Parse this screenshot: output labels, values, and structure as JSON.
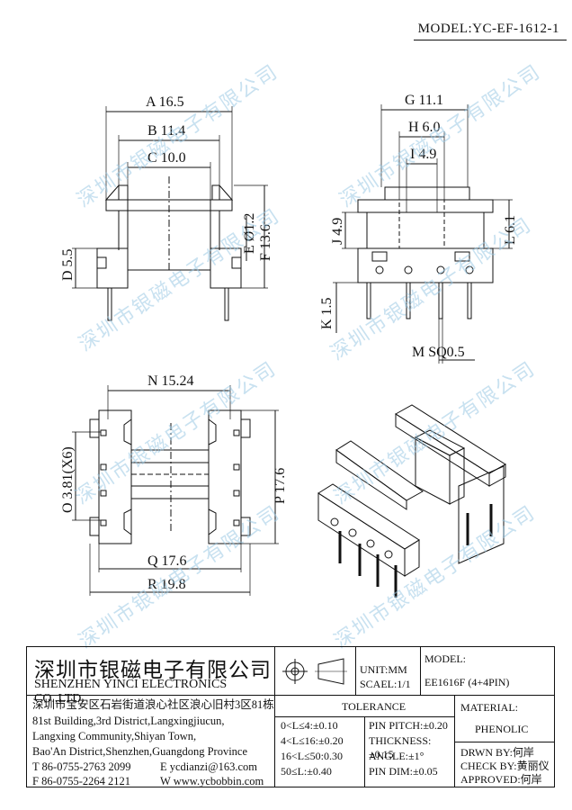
{
  "header": {
    "model_title": "MODEL:YC-EF-1612-1"
  },
  "watermark": {
    "text": "深圳市银磁电子有限公司"
  },
  "dimensions": {
    "A": "A 16.5",
    "B": "B 11.4",
    "C": "C 10.0",
    "D": "D 5.5",
    "E": "E Ø1.2",
    "F": "F 13.6",
    "G": "G 11.1",
    "H": "H 6.0",
    "I": "I 4.9",
    "J": "J 4.9",
    "K": "K 1.5",
    "L": "L 6.1",
    "M": "M SQ0.5",
    "N": "N 15.24",
    "O": "O 3.81(X6)",
    "P": "P 17.6",
    "Q": "Q 17.6",
    "R": "R 19.8"
  },
  "title_block": {
    "company_cn": "深圳市银磁电子有限公司",
    "company_en": "SHENZHEN YINCI ELECTRONICS CO.,LTD.",
    "address_cn": "深圳市宝安区石岩街道浪心社区浪心旧村3区81栋",
    "address_en_1": "81st Building,3rd District,Langxingjiucun,",
    "address_en_2": "Langxing Community,Shiyan Town,",
    "address_en_3": "Bao'An District,Shenzhen,Guangdong Province",
    "tel": "T 86-0755-2763 2099",
    "email": "E ycdianzi@163.com",
    "fax": "F 86-0755-2264 2121",
    "web": "W www.ycbobbin.com",
    "unit": "UNIT:MM",
    "scale": "SCAEL:1/1",
    "model_label": "MODEL:",
    "model_value": "EE1616F (4+4PIN)",
    "tolerance_label": "TOLERANCE",
    "tol_1": "0<L≤4:±0.10",
    "tol_2": "4<L≤16:±0.20",
    "tol_3": "16<L≤50:0.30",
    "tol_4": "50≤L:±0.40",
    "pin_pitch": "PIN PITCH:±0.20",
    "thickness": "THICKNESS:±0.15",
    "angle": "ANGLE:±1°",
    "pin_dim": "PIN DIM:±0.05",
    "material_label": "MATERIAL:",
    "material_value": "PHENOLIC",
    "drawn_by": "DRWN BY:何岸",
    "check_by": "CHECK BY:黄丽仪",
    "approved": "APPROVED:何岸"
  }
}
